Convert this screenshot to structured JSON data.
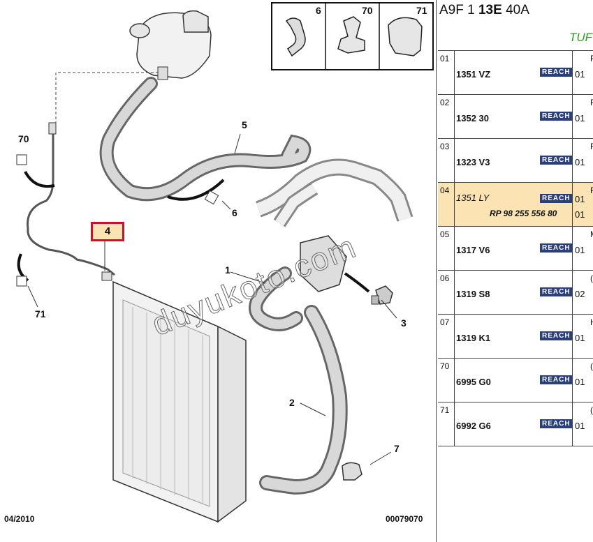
{
  "callouts": {
    "c1": "1",
    "c2": "2",
    "c3": "3",
    "c4": "4",
    "c5": "5",
    "c6": "6",
    "c7": "7",
    "c70": "70",
    "c71": "71"
  },
  "inset": {
    "a": "6",
    "b": "70",
    "c": "71"
  },
  "footer": {
    "date": "04/2010",
    "code": "00079070"
  },
  "watermark": "duyukoto.com",
  "panel": {
    "header_pre": "A9F 1 ",
    "header_bold": "13E",
    "header_post": " 40A",
    "subtitle": "TUF",
    "reach_label": "REACH",
    "rows": [
      {
        "idx": "01",
        "ref": "1351 VZ",
        "qty": "01",
        "extra": "F"
      },
      {
        "idx": "02",
        "ref": "1352 30",
        "qty": "01",
        "extra": "F"
      },
      {
        "idx": "03",
        "ref": "1323 V3",
        "qty": "01",
        "extra": "F"
      },
      {
        "idx": "04",
        "ref": "1351 LY",
        "qty": "01",
        "qty2": "01",
        "rp": "RP 98 255 556 80",
        "extra": "F"
      },
      {
        "idx": "05",
        "ref": "1317 V6",
        "qty": "01",
        "extra": "M"
      },
      {
        "idx": "06",
        "ref": "1319 S8",
        "qty": "02",
        "extra": "("
      },
      {
        "idx": "07",
        "ref": "1319 K1",
        "qty": "01",
        "extra": "H"
      },
      {
        "idx": "70",
        "ref": "6995 G0",
        "qty": "01",
        "extra": "("
      },
      {
        "idx": "71",
        "ref": "6992 G6",
        "qty": "01",
        "extra": "("
      }
    ]
  }
}
